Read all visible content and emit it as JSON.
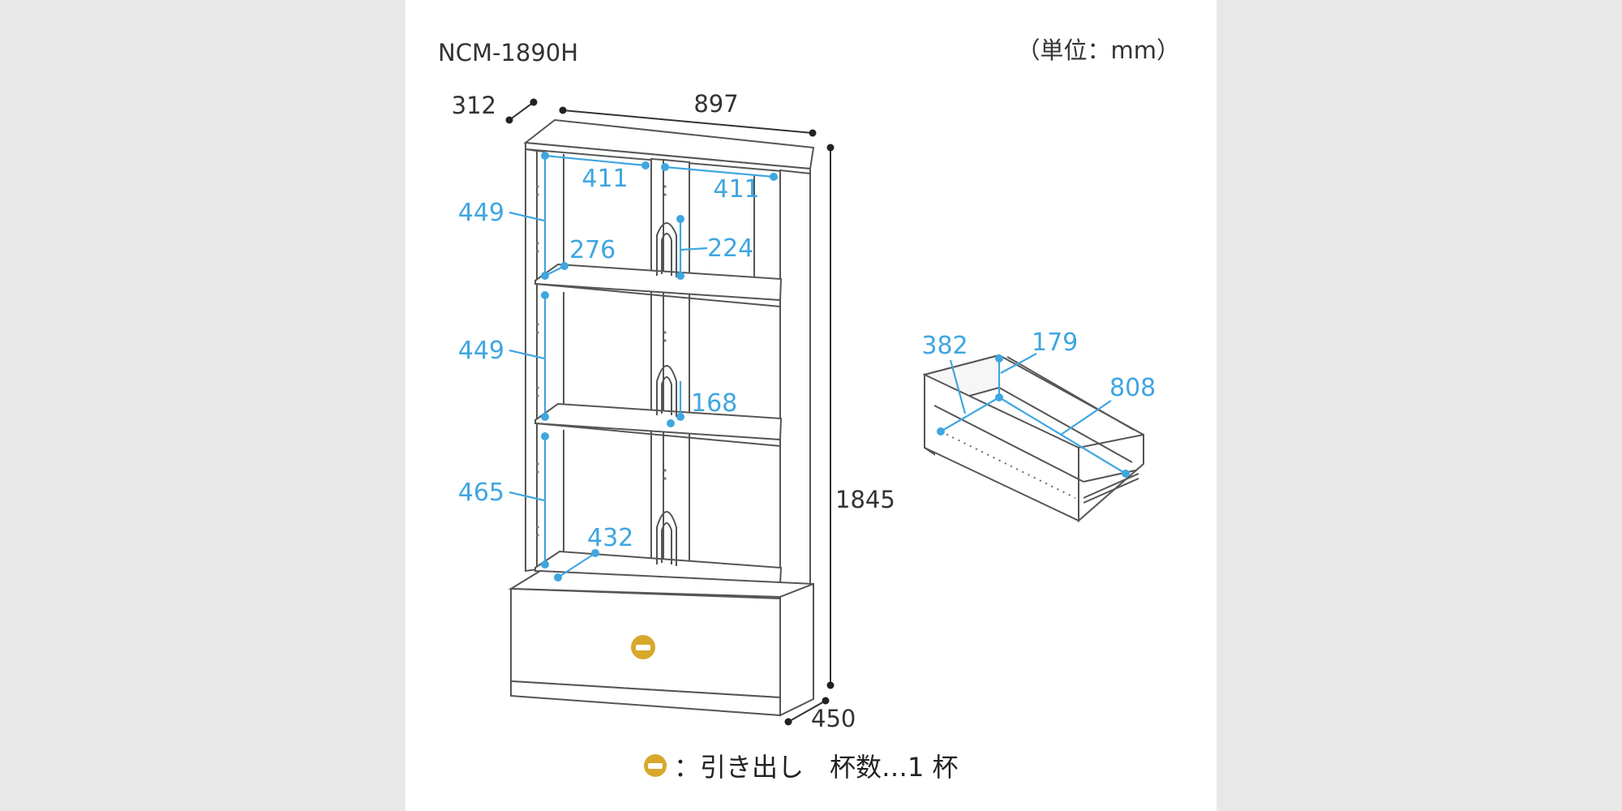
{
  "model": "NCM-1890H",
  "unit_note": "（単位：mm）",
  "overall": {
    "depth": "312",
    "width": "897",
    "height": "1845",
    "base_depth": "450"
  },
  "interior": {
    "width_left": "411",
    "width_right": "411",
    "height_upper": "449",
    "height_middle": "449",
    "height_lower": "465",
    "depth_upper": "276",
    "depth_bottom": "432",
    "slot_upper": "224",
    "slot_middle": "168"
  },
  "drawer": {
    "depth": "382",
    "height": "179",
    "width": "808"
  },
  "legend": {
    "icon": "drawer-handle-icon",
    "text": "：引き出し　杯数…1 杯"
  },
  "colors": {
    "dimension_blue": "#3fa6e0",
    "handle_gold": "#d8a82c",
    "outline": "#555555"
  }
}
